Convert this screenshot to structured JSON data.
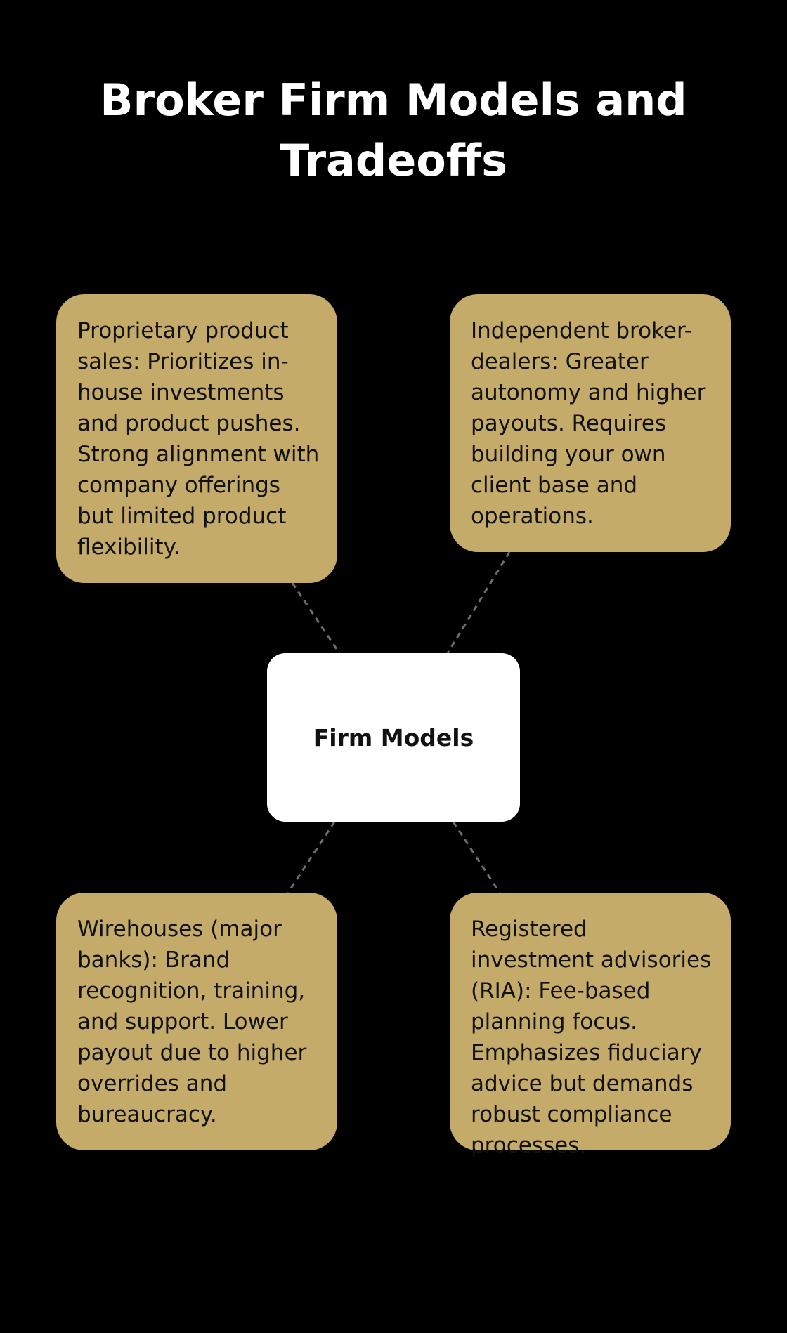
{
  "title": "Broker Firm Models and Tradeoffs",
  "colors": {
    "background": "#000000",
    "title": "#ffffff",
    "node_fill": "#c5ab69",
    "center_fill": "#ffffff",
    "connector": "#6e6e6e"
  },
  "center": {
    "label": "Firm Models"
  },
  "nodes": [
    {
      "text": "Proprietary product sales: Prioritizes in-house investments and product pushes. Strong alignment with company offerings but limited product flexibility."
    },
    {
      "text": "Independent broker-dealers: Greater autonomy and higher payouts. Requires building your own client base and operations."
    },
    {
      "text": "Wirehouses (major banks): Brand recognition, training, and support. Lower payout due to higher overrides and bureaucracy."
    },
    {
      "text": "Registered investment advisories (RIA): Fee-based planning focus. Emphasizes fiduciary advice but demands robust compliance processes."
    }
  ]
}
